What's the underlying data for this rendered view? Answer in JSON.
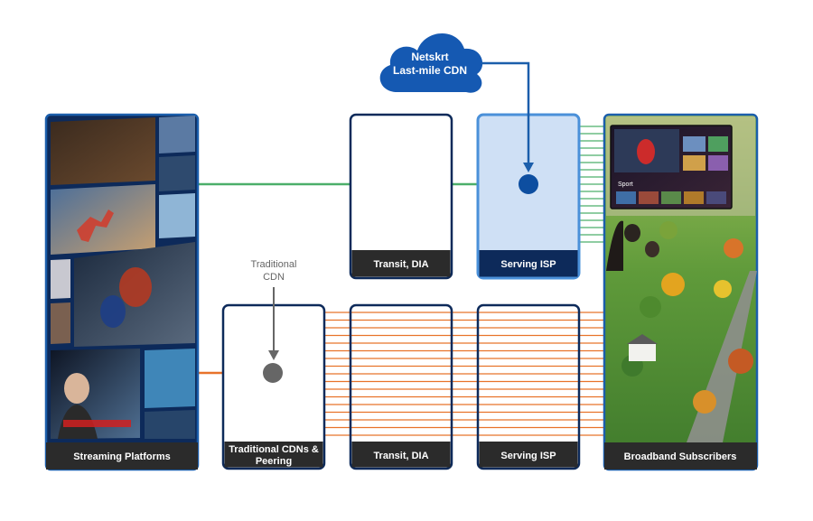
{
  "cloud": {
    "line1": "Netskrt",
    "line2": "Last-mile CDN"
  },
  "annotation": {
    "line1": "Traditional",
    "line2": "CDN"
  },
  "columns": {
    "streaming": "Streaming Platforms",
    "traditional_cdn_line1": "Traditional CDNs &",
    "traditional_cdn_line2": "Peering",
    "transit_top": "Transit, DIA",
    "serving_isp_top": "Serving ISP",
    "transit_bottom": "Transit, DIA",
    "serving_isp_bottom": "Serving ISP",
    "subscribers": "Broadband Subscribers"
  },
  "tv_ui": {
    "row_label": "Sport"
  },
  "colors": {
    "frame_blue": "#1b5eab",
    "dark_navy": "#0d2a5a",
    "green": "#4caf6a",
    "orange": "#e8732a",
    "light_blue_fill": "#cfe0f5",
    "hub_gray": "#666666",
    "label_bar": "#2b2b2b"
  }
}
